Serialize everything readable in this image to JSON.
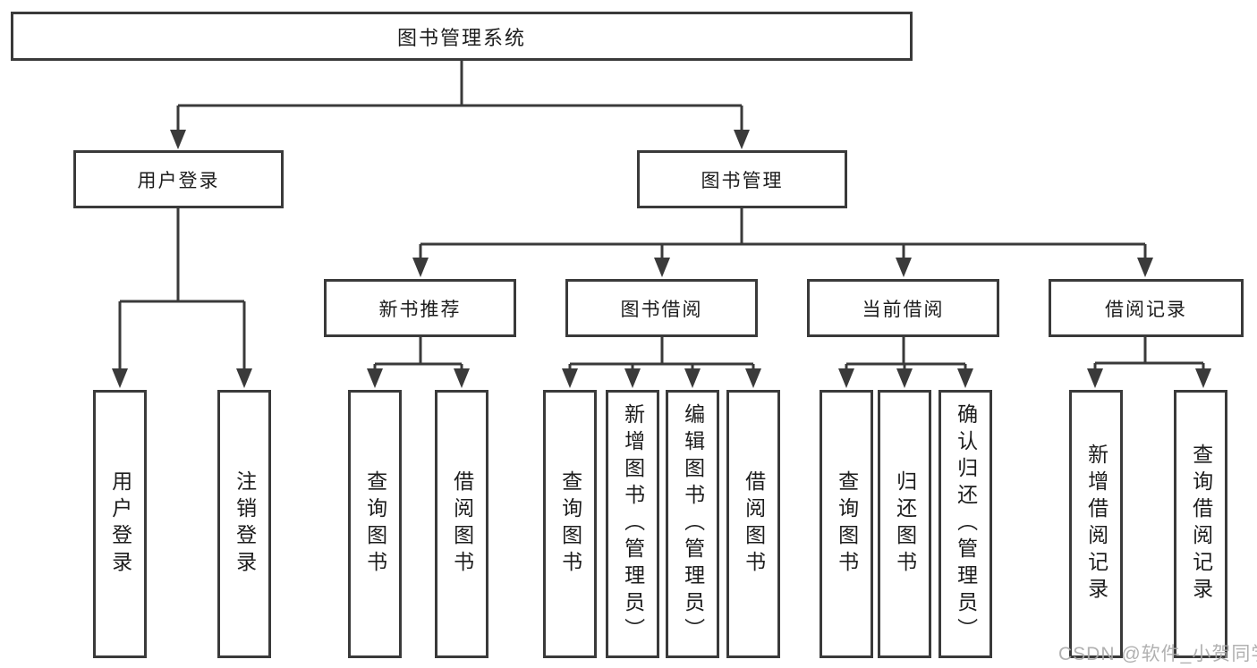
{
  "diagram": {
    "title": "图书管理系统",
    "branches": [
      {
        "label": "用户登录",
        "children": [
          {
            "label": "用户登录"
          },
          {
            "label": "注销登录"
          }
        ]
      },
      {
        "label": "图书管理",
        "children": [
          {
            "label": "新书推荐",
            "children": [
              {
                "label": "查询图书"
              },
              {
                "label": "借阅图书"
              }
            ]
          },
          {
            "label": "图书借阅",
            "children": [
              {
                "label": "查询图书"
              },
              {
                "label": "新增图书（管理员）"
              },
              {
                "label": "编辑图书（管理员）"
              },
              {
                "label": "借阅图书"
              }
            ]
          },
          {
            "label": "当前借阅",
            "children": [
              {
                "label": "查询图书"
              },
              {
                "label": "归还图书"
              },
              {
                "label": "确认归还（管理员）"
              }
            ]
          },
          {
            "label": "借阅记录",
            "children": [
              {
                "label": "新增借阅记录"
              },
              {
                "label": "查询借阅记录"
              }
            ]
          }
        ]
      }
    ]
  },
  "watermark": {
    "text": "CSDN @软件_小贺同学"
  },
  "colors": {
    "line": "#3a3a3a",
    "text": "#1d1d1d",
    "background": "#ffffff",
    "watermark": "#a8a8a8"
  }
}
